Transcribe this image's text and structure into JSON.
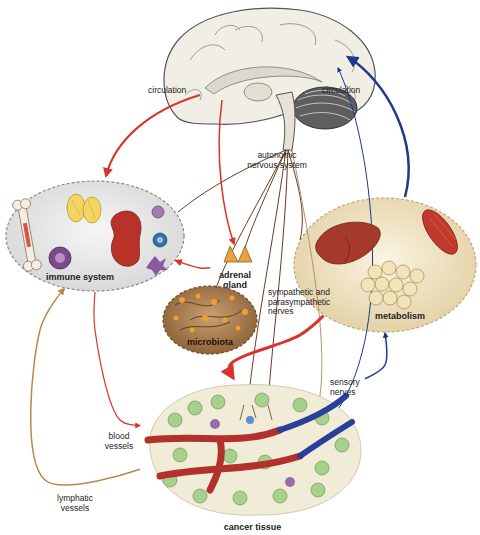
{
  "diagram": {
    "nodes": [
      {
        "text": [
          "immune system"
        ]
      },
      {
        "text": [
          "adrenal gland"
        ]
      },
      {
        "text": [
          "metabolism"
        ]
      },
      {
        "text": [
          "microbiota"
        ]
      },
      {
        "text": [
          "cancer tissue"
        ]
      }
    ],
    "edges": [
      {
        "from": 1,
        "to": 0,
        "arrow": "to"
      },
      {
        "from": 0,
        "to": 4,
        "arrow": "to"
      },
      {
        "from": 4,
        "to": 0,
        "arrow": "to"
      },
      {
        "from": 2,
        "to": 4,
        "arrow": "to"
      },
      {
        "from": 4,
        "to": 2,
        "arrow": "to"
      }
    ],
    "labels": [
      "circulation",
      "circulation",
      "autonomic nervous system",
      "sympathetic and parasympathetic nerves",
      "sensory nerves",
      "blood vessels",
      "lymphatic vessels"
    ]
  }
}
